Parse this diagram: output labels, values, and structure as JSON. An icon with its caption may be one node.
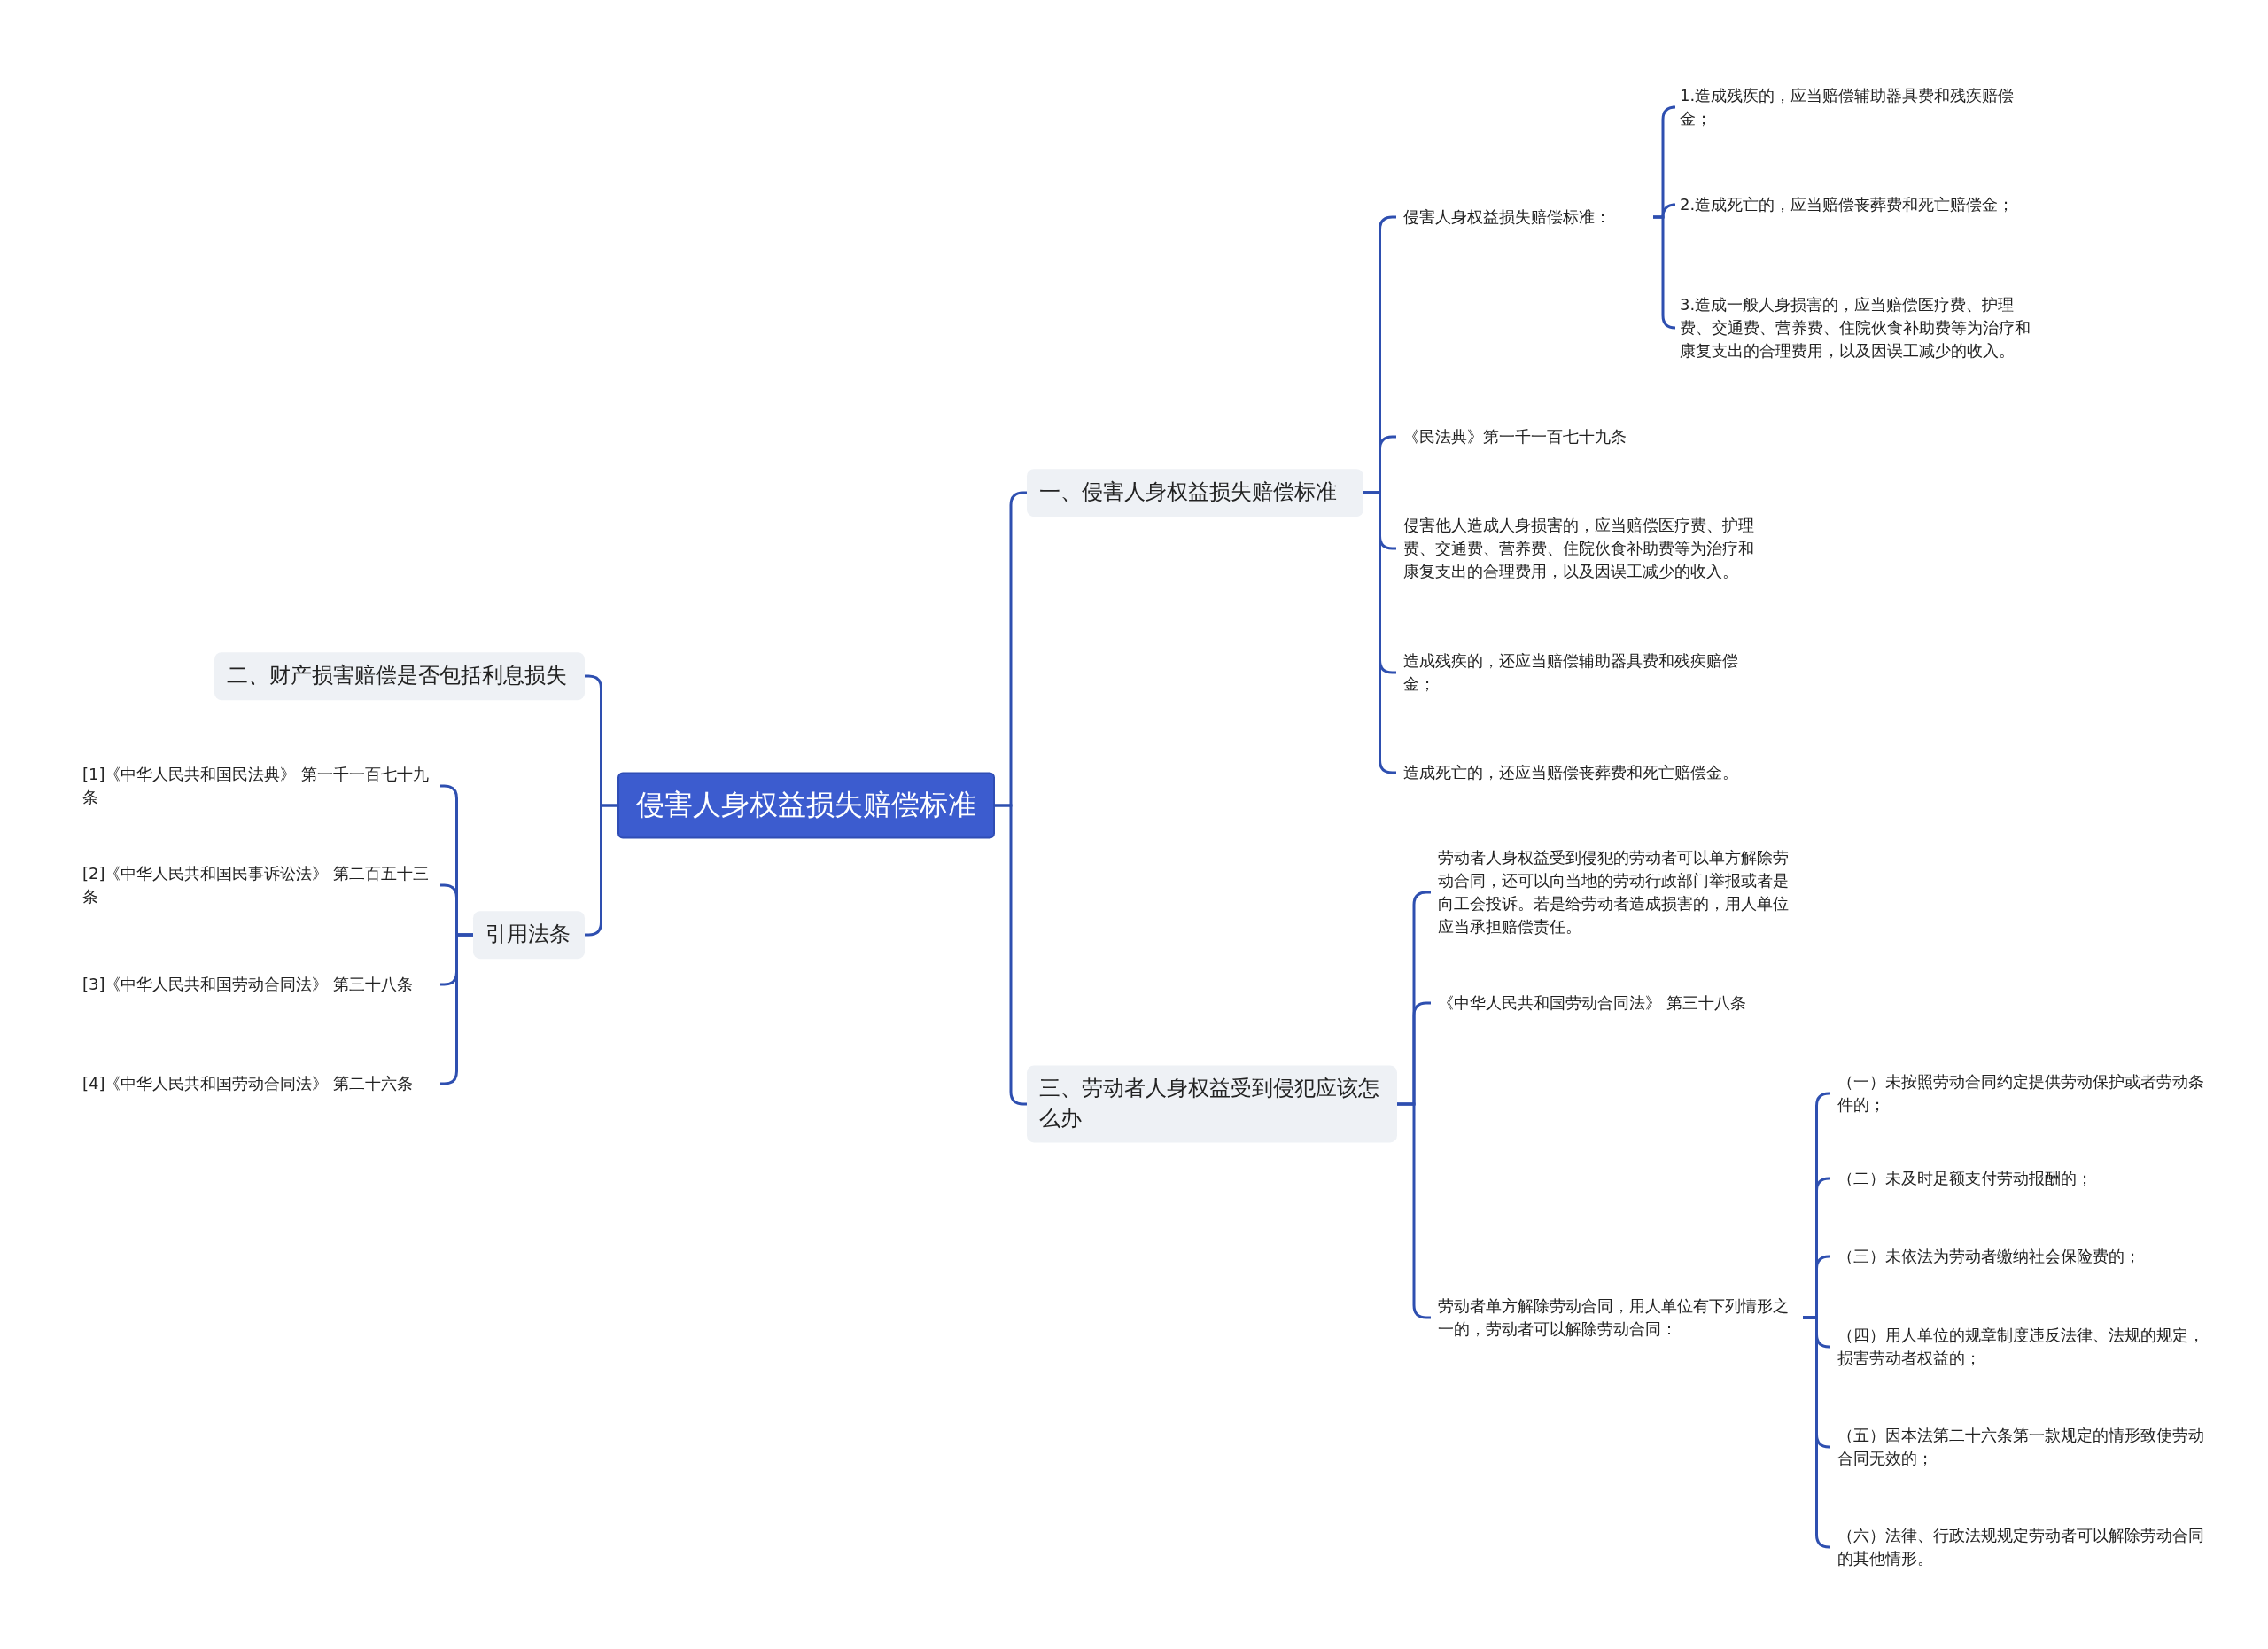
{
  "diagram": {
    "nodes": [
      {
        "text": [
          "侵害人身权益损失赔偿标准"
        ]
      },
      {
        "text": [
          "一、侵害人身权益损失赔偿标准"
        ]
      },
      {
        "text": [
          "侵害人身权益损失赔偿标准："
        ]
      },
      {
        "text": [
          "1.造成残疾的，应当赔偿辅助器具费和残疾赔偿金；"
        ]
      },
      {
        "text": [
          "2.造成死亡的，应当赔偿丧葬费和死亡赔偿金；"
        ]
      },
      {
        "text": [
          "3.造成一般人身损害的，应当赔偿医疗费、护理费、交通费、营养费、住院伙食补助费等为治疗和康复支出的合理费用，以及因误工减少的收入。"
        ]
      },
      {
        "text": [
          "《民法典》第一千一百七十九条"
        ]
      },
      {
        "text": [
          "侵害他人造成人身损害的，应当赔偿医疗费、护理费、交通费、营养费、住院伙食补助费等为治疗和康复支出的合理费用，以及因误工减少的收入。"
        ]
      },
      {
        "text": [
          "造成残疾的，还应当赔偿辅助器具费和残疾赔偿金；"
        ]
      },
      {
        "text": [
          "造成死亡的，还应当赔偿丧葬费和死亡赔偿金。"
        ]
      },
      {
        "text": [
          "三、劳动者人身权益受到侵犯应该怎么办"
        ]
      },
      {
        "text": [
          "劳动者人身权益受到侵犯的劳动者可以单方解除劳动合同，还可以向当地的劳动行政部门举报或者是向工会投诉。若是给劳动者造成损害的，用人单位应当承担赔偿责任。"
        ]
      },
      {
        "text": [
          "《中华人民共和国劳动合同法》 第三十八条"
        ]
      },
      {
        "text": [
          "劳动者单方解除劳动合同，用人单位有下列情形之一的，劳动者可以解除劳动合同："
        ]
      },
      {
        "text": [
          "（一）未按照劳动合同约定提供劳动保护或者劳动条件的；"
        ]
      },
      {
        "text": [
          "（二）未及时足额支付劳动报酬的；"
        ]
      },
      {
        "text": [
          "（三）未依法为劳动者缴纳社会保险费的；"
        ]
      },
      {
        "text": [
          "（四）用人单位的规章制度违反法律、法规的规定，损害劳动者权益的；"
        ]
      },
      {
        "text": [
          "（五）因本法第二十六条第一款规定的情形致使劳动合同无效的；"
        ]
      },
      {
        "text": [
          "（六）法律、行政法规规定劳动者可以解除劳动合同的其他情形。"
        ]
      },
      {
        "text": [
          "二、财产损害赔偿是否包括利息损失"
        ]
      },
      {
        "text": [
          "引用法条"
        ]
      },
      {
        "text": [
          "[1]《中华人民共和国民法典》 第一千一百七十九条"
        ]
      },
      {
        "text": [
          "[2]《中华人民共和国民事诉讼法》 第二百五十三条"
        ]
      },
      {
        "text": [
          "[3]《中华人民共和国劳动合同法》 第三十八条"
        ]
      },
      {
        "text": [
          "[4]《中华人民共和国劳动合同法》 第二十六条"
        ]
      }
    ],
    "edges": [
      {
        "from": 0,
        "to": 1,
        "arrow": "none"
      },
      {
        "from": 1,
        "to": 2,
        "arrow": "none"
      },
      {
        "from": 2,
        "to": 3,
        "arrow": "none"
      },
      {
        "from": 2,
        "to": 4,
        "arrow": "none"
      },
      {
        "from": 2,
        "to": 5,
        "arrow": "none"
      },
      {
        "from": 1,
        "to": 6,
        "arrow": "none"
      },
      {
        "from": 1,
        "to": 7,
        "arrow": "none"
      },
      {
        "from": 1,
        "to": 8,
        "arrow": "none"
      },
      {
        "from": 1,
        "to": 9,
        "arrow": "none"
      },
      {
        "from": 0,
        "to": 10,
        "arrow": "none"
      },
      {
        "from": 10,
        "to": 11,
        "arrow": "none"
      },
      {
        "from": 10,
        "to": 12,
        "arrow": "none"
      },
      {
        "from": 10,
        "to": 13,
        "arrow": "none"
      },
      {
        "from": 13,
        "to": 14,
        "arrow": "none"
      },
      {
        "from": 13,
        "to": 15,
        "arrow": "none"
      },
      {
        "from": 13,
        "to": 16,
        "arrow": "none"
      },
      {
        "from": 13,
        "to": 17,
        "arrow": "none"
      },
      {
        "from": 13,
        "to": 18,
        "arrow": "none"
      },
      {
        "from": 13,
        "to": 19,
        "arrow": "none"
      },
      {
        "from": 0,
        "to": 20,
        "arrow": "none"
      },
      {
        "from": 0,
        "to": 21,
        "arrow": "none"
      },
      {
        "from": 21,
        "to": 22,
        "arrow": "none"
      },
      {
        "from": 21,
        "to": 23,
        "arrow": "none"
      },
      {
        "from": 21,
        "to": 24,
        "arrow": "none"
      },
      {
        "from": 21,
        "to": 25,
        "arrow": "none"
      }
    ]
  }
}
